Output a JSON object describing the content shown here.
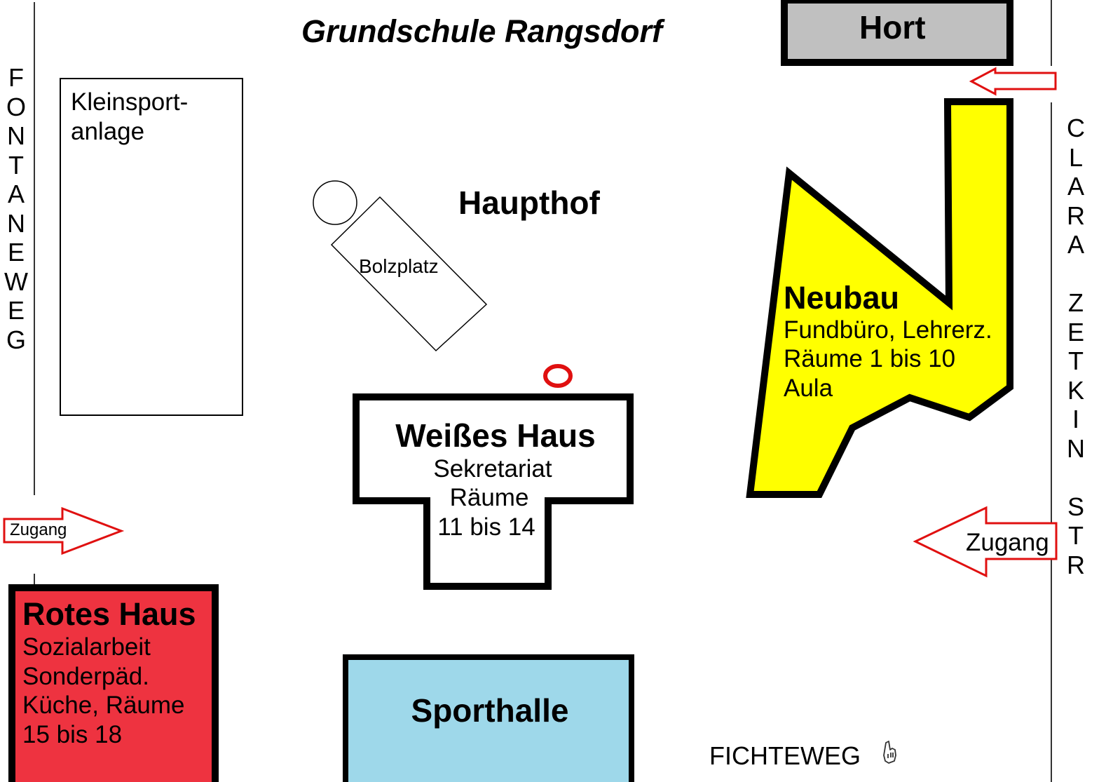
{
  "title": "Grundschule Rangsdorf",
  "streets": {
    "left": "FONTANEWEG",
    "right": "CLARA ZETKIN STR",
    "bottom": "FICHTEWEG"
  },
  "areas": {
    "kleinsport": [
      "Kleinsport-",
      "anlage"
    ],
    "haupthof": "Haupthof",
    "bolzplatz": "Bolzplatz"
  },
  "buildings": {
    "hort": {
      "name": "Hort",
      "color": "#c0c0c0"
    },
    "neubau": {
      "name": "Neubau",
      "lines": [
        "Fundbüro, Lehrerz.",
        "Räume 1 bis 10",
        "Aula"
      ],
      "color": "#ffff00"
    },
    "weisses_haus": {
      "name": "Weißes Haus",
      "lines": [
        "Sekretariat",
        "Räume",
        "11 bis 14"
      ],
      "color": "#ffffff"
    },
    "rotes_haus": {
      "name": "Rotes Haus",
      "lines": [
        "Sozialarbeit",
        "Sonderpäd.",
        "Küche, Räume",
        "15 bis 18"
      ],
      "color": "#ee3340"
    },
    "sporthalle": {
      "name": "Sporthalle",
      "color": "#9ed8ea"
    }
  },
  "entrances": {
    "left": "Zugang",
    "right": "Zugang"
  },
  "colors": {
    "arrow": "#e01010",
    "marker": "#e01010"
  },
  "icons": {
    "bottom": "pointing-hand-icon"
  }
}
